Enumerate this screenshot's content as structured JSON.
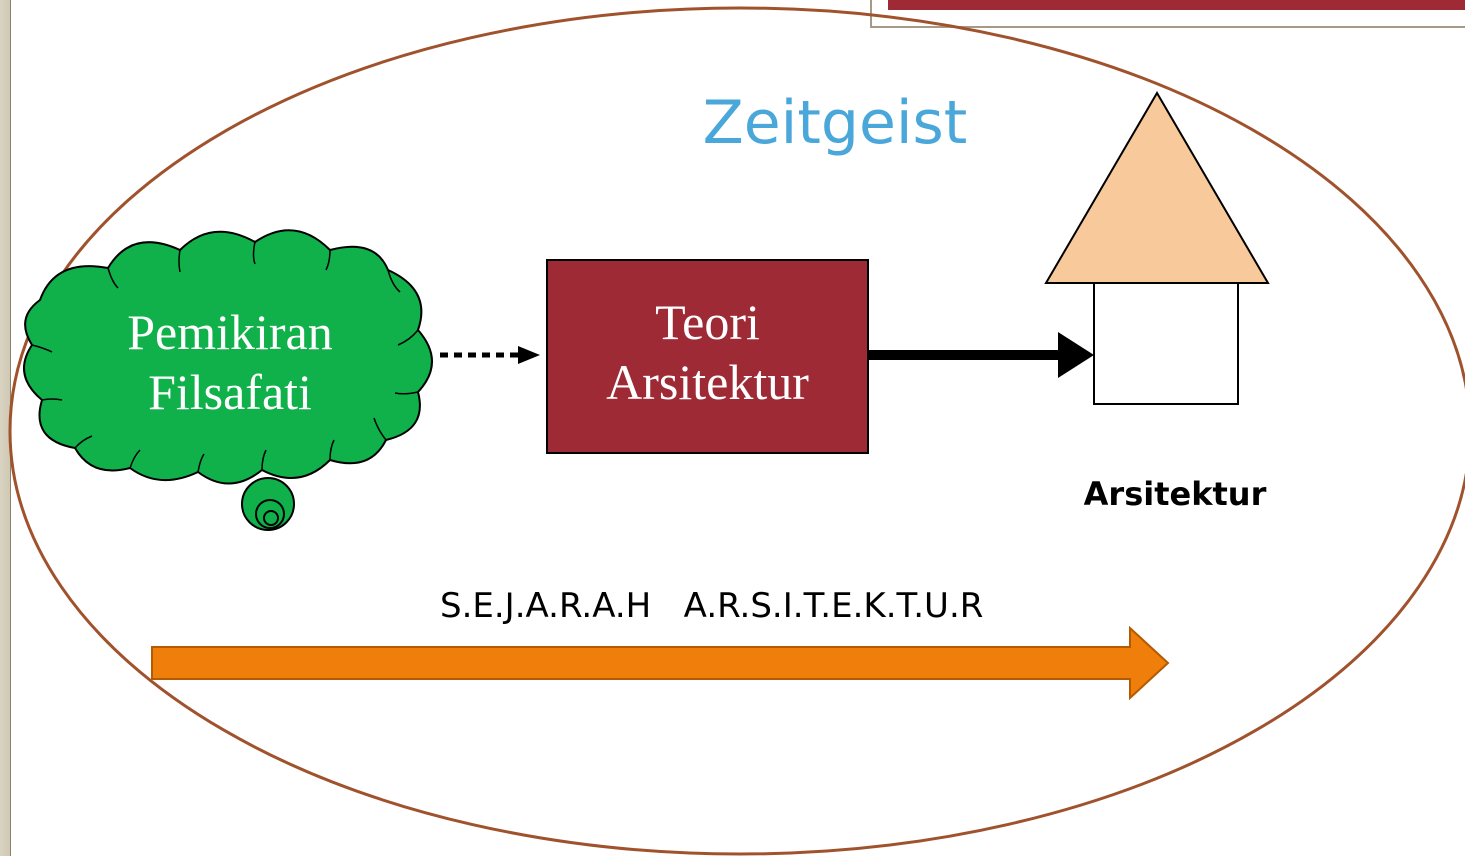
{
  "diagram": {
    "title": "Zeitgeist",
    "cloud_label": "Pemikiran Filsafati",
    "cloud_line1": "Pemikiran",
    "cloud_line2": "Filsafati",
    "box_line1": "Teori",
    "box_line2": "Arsitektur",
    "house_label": "Arsitektur",
    "timeline_label": "S.E.J.A.R.A.H   A.R.S.I.T.E.K.T.U.R"
  },
  "colors": {
    "title": "#4aa7d9",
    "cloud": "#10b04a",
    "box": "#9e2a36",
    "roof": "#f8c99a",
    "timeline_arrow": "#f07e0a",
    "ellipse": "#a0522d",
    "header_bar": "#9e2a36"
  }
}
